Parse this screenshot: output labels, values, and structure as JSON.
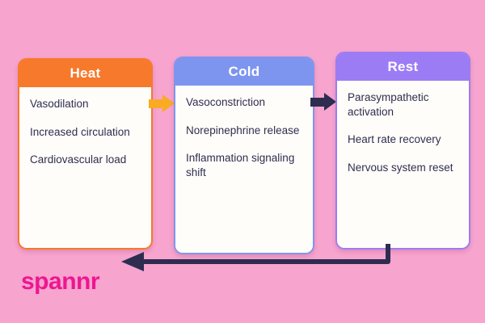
{
  "background_color": "#f7a4cf",
  "diagram": {
    "cards": [
      {
        "title": "Heat",
        "header_color": "#f7792b",
        "items": [
          "Vasodilation",
          "Increased circulation",
          "Cardiovascular load"
        ]
      },
      {
        "title": "Cold",
        "header_color": "#7e95ef",
        "items": [
          "Vasoconstriction",
          "Norepinephrine release",
          "Inflammation signaling shift"
        ]
      },
      {
        "title": "Rest",
        "header_color": "#9c7cf4",
        "items": [
          "Parasympathetic activation",
          "Heart rate recovery",
          "Nervous system reset"
        ]
      }
    ],
    "arrows": [
      {
        "name": "heat-to-cold",
        "direction": "right",
        "color": "#f9ab24"
      },
      {
        "name": "cold-to-rest",
        "direction": "right",
        "color": "#2e2d50"
      },
      {
        "name": "rest-to-heat",
        "direction": "left",
        "color": "#2e2d50"
      }
    ]
  },
  "logo": {
    "text": "spannr",
    "color": "#ee168f"
  }
}
